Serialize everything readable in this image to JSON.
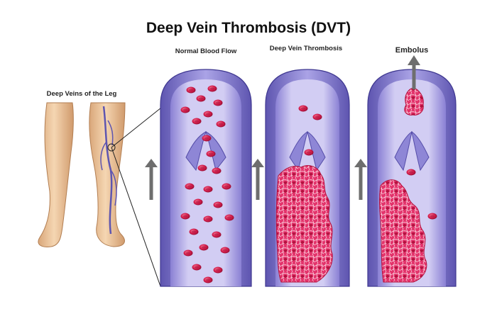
{
  "title": "Deep Vein Thrombosis (DVT)",
  "labels": {
    "legs": "Deep Veins of the Leg",
    "normal": "Normal Blood Flow",
    "dvt": "Deep Vein Thrombosis",
    "embolus": "Embolus"
  },
  "colors": {
    "vein_wall": "#7a70c8",
    "vein_lumen": "#c9c4ee",
    "blood_cell": "#d8204f",
    "clot": "#e0336b",
    "skin": "#efc9a0",
    "arrow": "#6e6e6e"
  }
}
